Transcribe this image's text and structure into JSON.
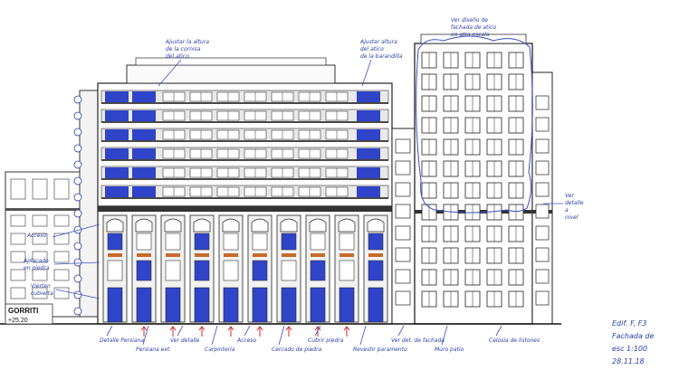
{
  "street": {
    "name": "GORRITI",
    "level": "+25.20"
  },
  "sheet_label": {
    "line1": "Edif. F, F3",
    "line2": "Fachada de",
    "line3": "esc 1:100",
    "line4": "28.11.18"
  },
  "annotations": {
    "top_left": [
      "Ajustar la altura",
      "de la cornisa",
      "del atico"
    ],
    "top_mid": [
      "Ajustar altura",
      "del atico",
      "de la barandilla"
    ],
    "top_right": [
      "Ver diseño de",
      "fachada de atico",
      "en otra escala"
    ],
    "right_mid": [
      "Ver",
      "detalle",
      "a",
      "nivel"
    ],
    "left_a": [
      "Acceso"
    ],
    "left_b": [
      "Aplacado",
      "en piedra"
    ],
    "left_c": [
      "Vierten",
      "cubierta"
    ],
    "bottom": [
      "Detalle Persiana",
      "Persiana ext.",
      "Ver detalle",
      "Carpinteria",
      "Acceso",
      "Cercado de piedra",
      "Cubrir piedra",
      "Revestir paramento",
      "Ver det. de fachada",
      "Muro patio",
      "Celosia de listones"
    ]
  },
  "colors": {
    "line": "#1a1a1a",
    "glass": "#2f44c8",
    "ink": "#2a3fa8",
    "shop": "#c86a2a",
    "accent": "#d02a2a"
  }
}
